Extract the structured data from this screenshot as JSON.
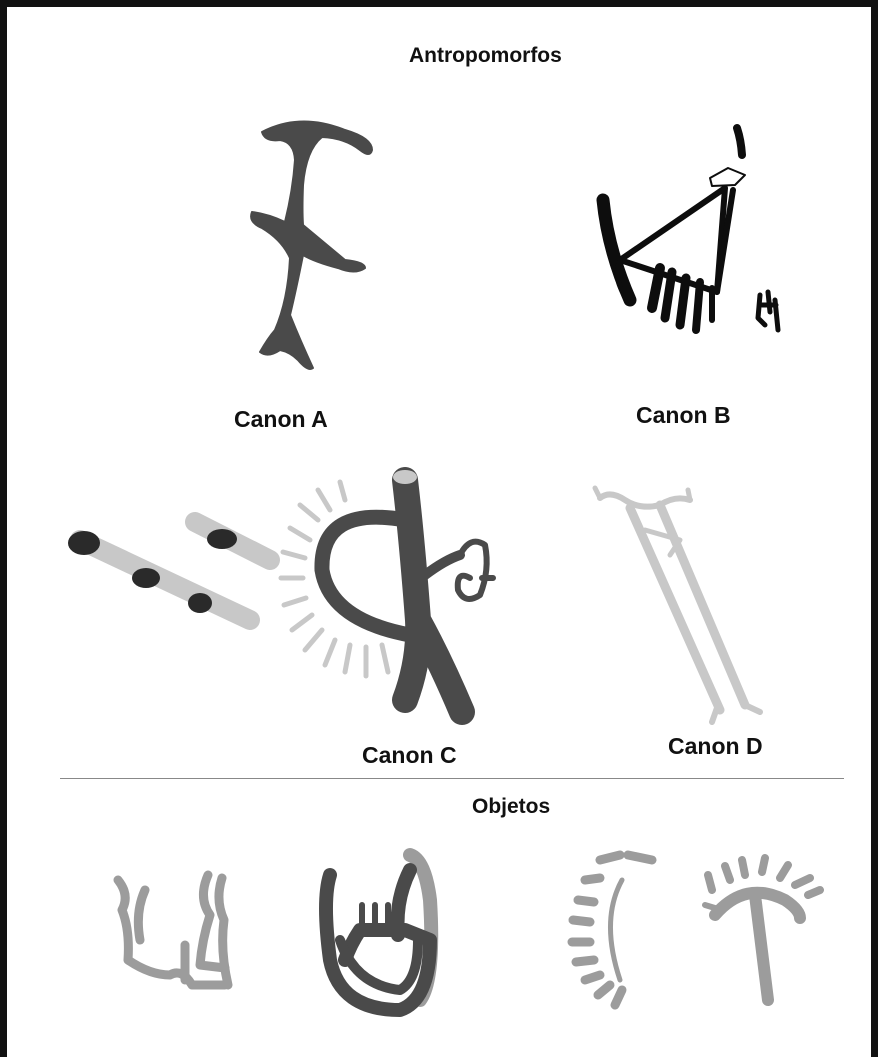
{
  "sections": {
    "anthropomorphs_title": "Antropomorfos",
    "objects_title": "Objetos"
  },
  "canons": [
    {
      "label": "Canon A"
    },
    {
      "label": "Canon B"
    },
    {
      "label": "Canon C"
    },
    {
      "label": "Canon D"
    }
  ],
  "colors": {
    "dark_figure": "#4a4a4a",
    "black_figure": "#0d0d0d",
    "light_figure": "#c8c8c8",
    "mid_figure": "#9c9c9c",
    "frame": "#111111"
  }
}
